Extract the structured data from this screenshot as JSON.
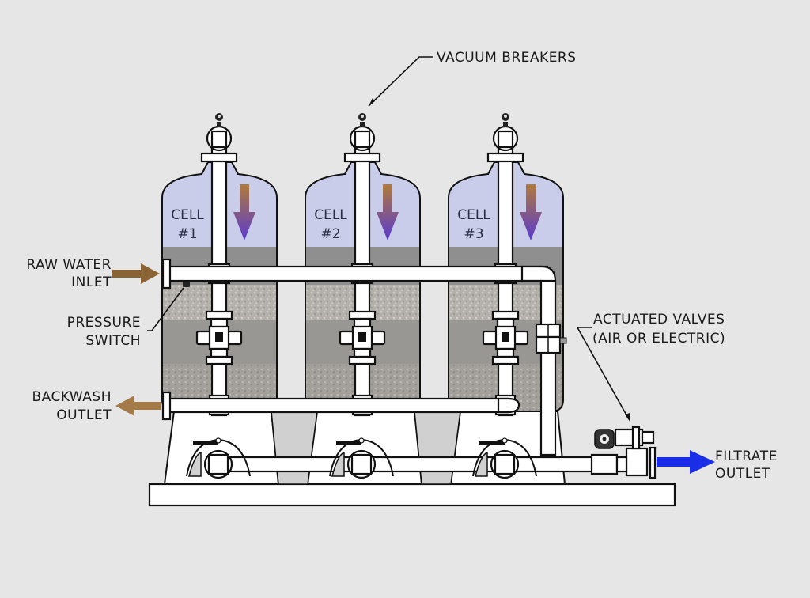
{
  "diagram": {
    "title": "Multi-cell media filter system",
    "labels": {
      "vacuum_breakers": "VACUUM BREAKERS",
      "raw_water_inlet_line1": "RAW WATER",
      "raw_water_inlet_line2": "INLET",
      "pressure_switch_line1": "PRESSURE",
      "pressure_switch_line2": "SWITCH",
      "backwash_outlet_line1": "BACKWASH",
      "backwash_outlet_line2": "OUTLET",
      "actuated_valves_line1": "ACTUATED VALVES",
      "actuated_valves_line2": "(AIR OR ELECTRIC)",
      "filtrate_outlet_line1": "FILTRATE",
      "filtrate_outlet_line2": "OUTLET"
    },
    "cells": [
      {
        "name": "CELL",
        "number": "#1"
      },
      {
        "name": "CELL",
        "number": "#2"
      },
      {
        "name": "CELL",
        "number": "#3"
      }
    ],
    "colors": {
      "background": "#e6e6e6",
      "water_zone": "#c9cdea",
      "media_dark": "#8f8f8f",
      "media_light": "#b5b1ac",
      "inlet_arrow": "#8a6434",
      "backwash_arrow": "#a47b48",
      "filtrate_arrow": "#1a2ee8",
      "flow_arrow_top": "#b07a3a",
      "flow_arrow_bottom": "#5a3ad0"
    }
  }
}
